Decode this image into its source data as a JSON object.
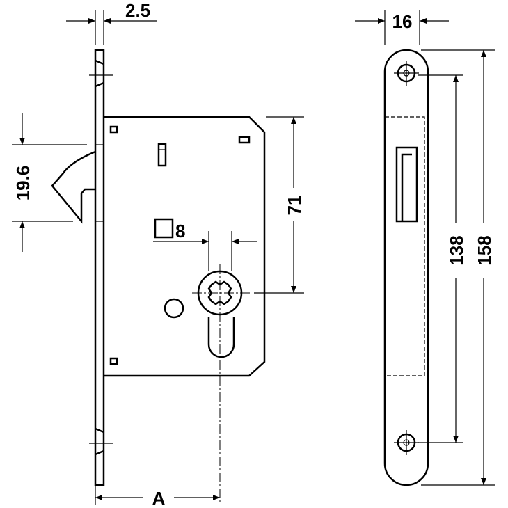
{
  "dimensions": {
    "faceplate_thickness": "2.5",
    "latch_height": "19.6",
    "spindle_to_top": "71",
    "spindle_square": "8",
    "backset": "A",
    "faceplate_width": "16",
    "screw_spacing": "138",
    "faceplate_length": "158"
  }
}
